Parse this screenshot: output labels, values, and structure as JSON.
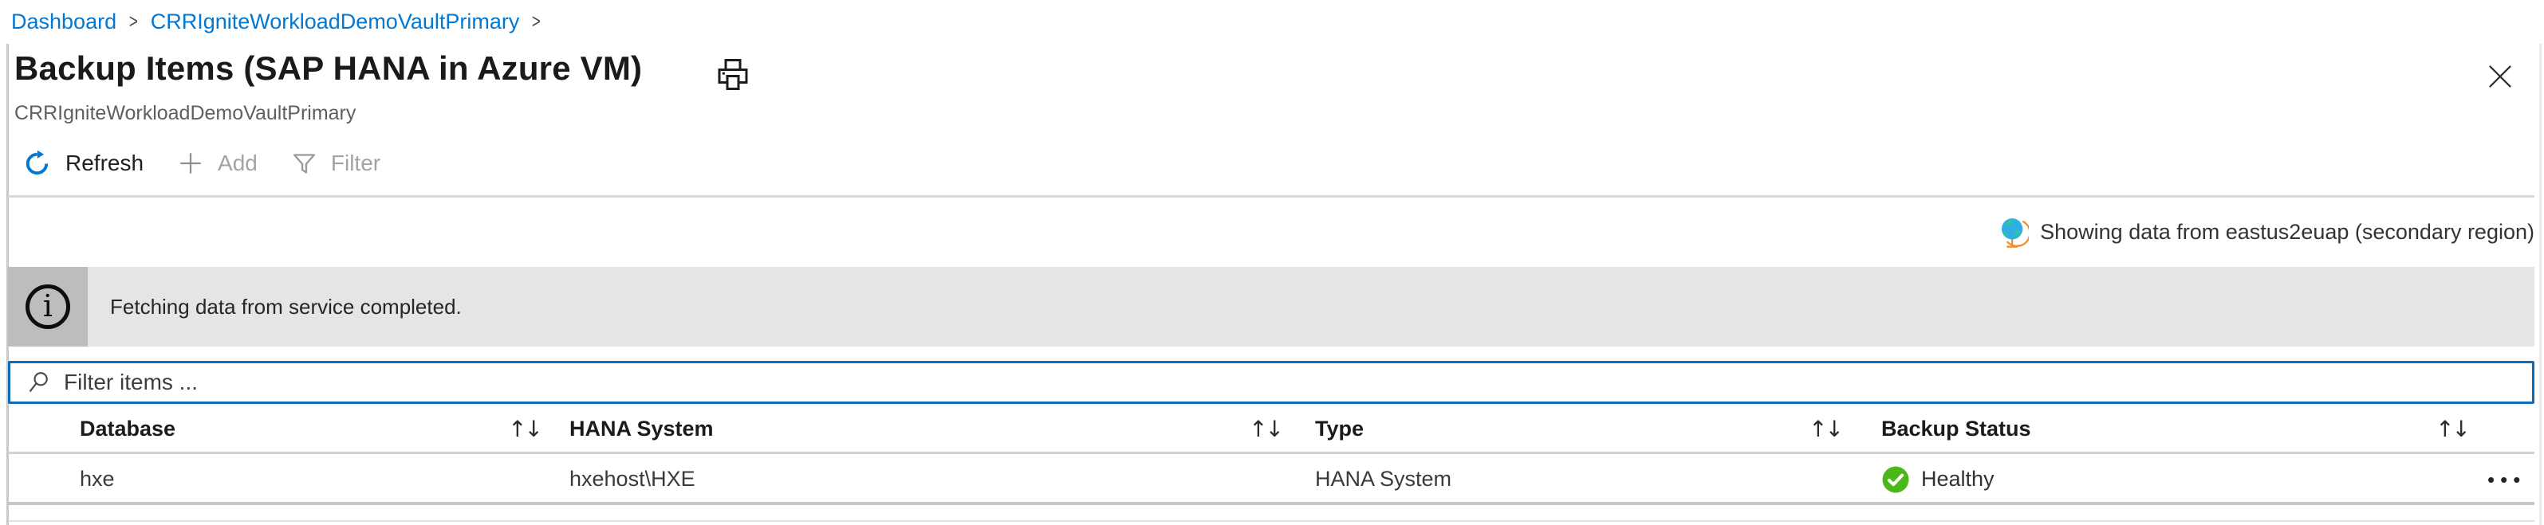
{
  "breadcrumb": {
    "separator": ">",
    "items": [
      {
        "label": "Dashboard"
      },
      {
        "label": "CRRIgniteWorkloadDemoVaultPrimary"
      }
    ]
  },
  "page": {
    "title": "Backup Items (SAP HANA in Azure VM)",
    "subtitle": "CRRIgniteWorkloadDemoVaultPrimary"
  },
  "toolbar": {
    "refresh_label": "Refresh",
    "add_label": "Add",
    "filter_label": "Filter"
  },
  "region_status": {
    "text": "Showing data from eastus2euap (secondary region)"
  },
  "info_banner": {
    "text": "Fetching data from service completed."
  },
  "filter_box": {
    "placeholder": "Filter items ..."
  },
  "table": {
    "sort_glyph": "↑↓",
    "columns": [
      {
        "label": "Database"
      },
      {
        "label": "HANA System"
      },
      {
        "label": "Type"
      },
      {
        "label": "Backup Status"
      }
    ],
    "rows": [
      {
        "database": "hxe",
        "hana_system": "hxehost\\HXE",
        "type": "HANA System",
        "backup_status": "Healthy",
        "actions_glyph": "•••"
      }
    ]
  },
  "colors": {
    "link_blue": "#0078d4",
    "input_focus_blue": "#0f6cbd",
    "healthy_green": "#4cb71a",
    "banner_bg": "#e5e5e5",
    "banner_icon_bg": "#bdbdbd"
  }
}
